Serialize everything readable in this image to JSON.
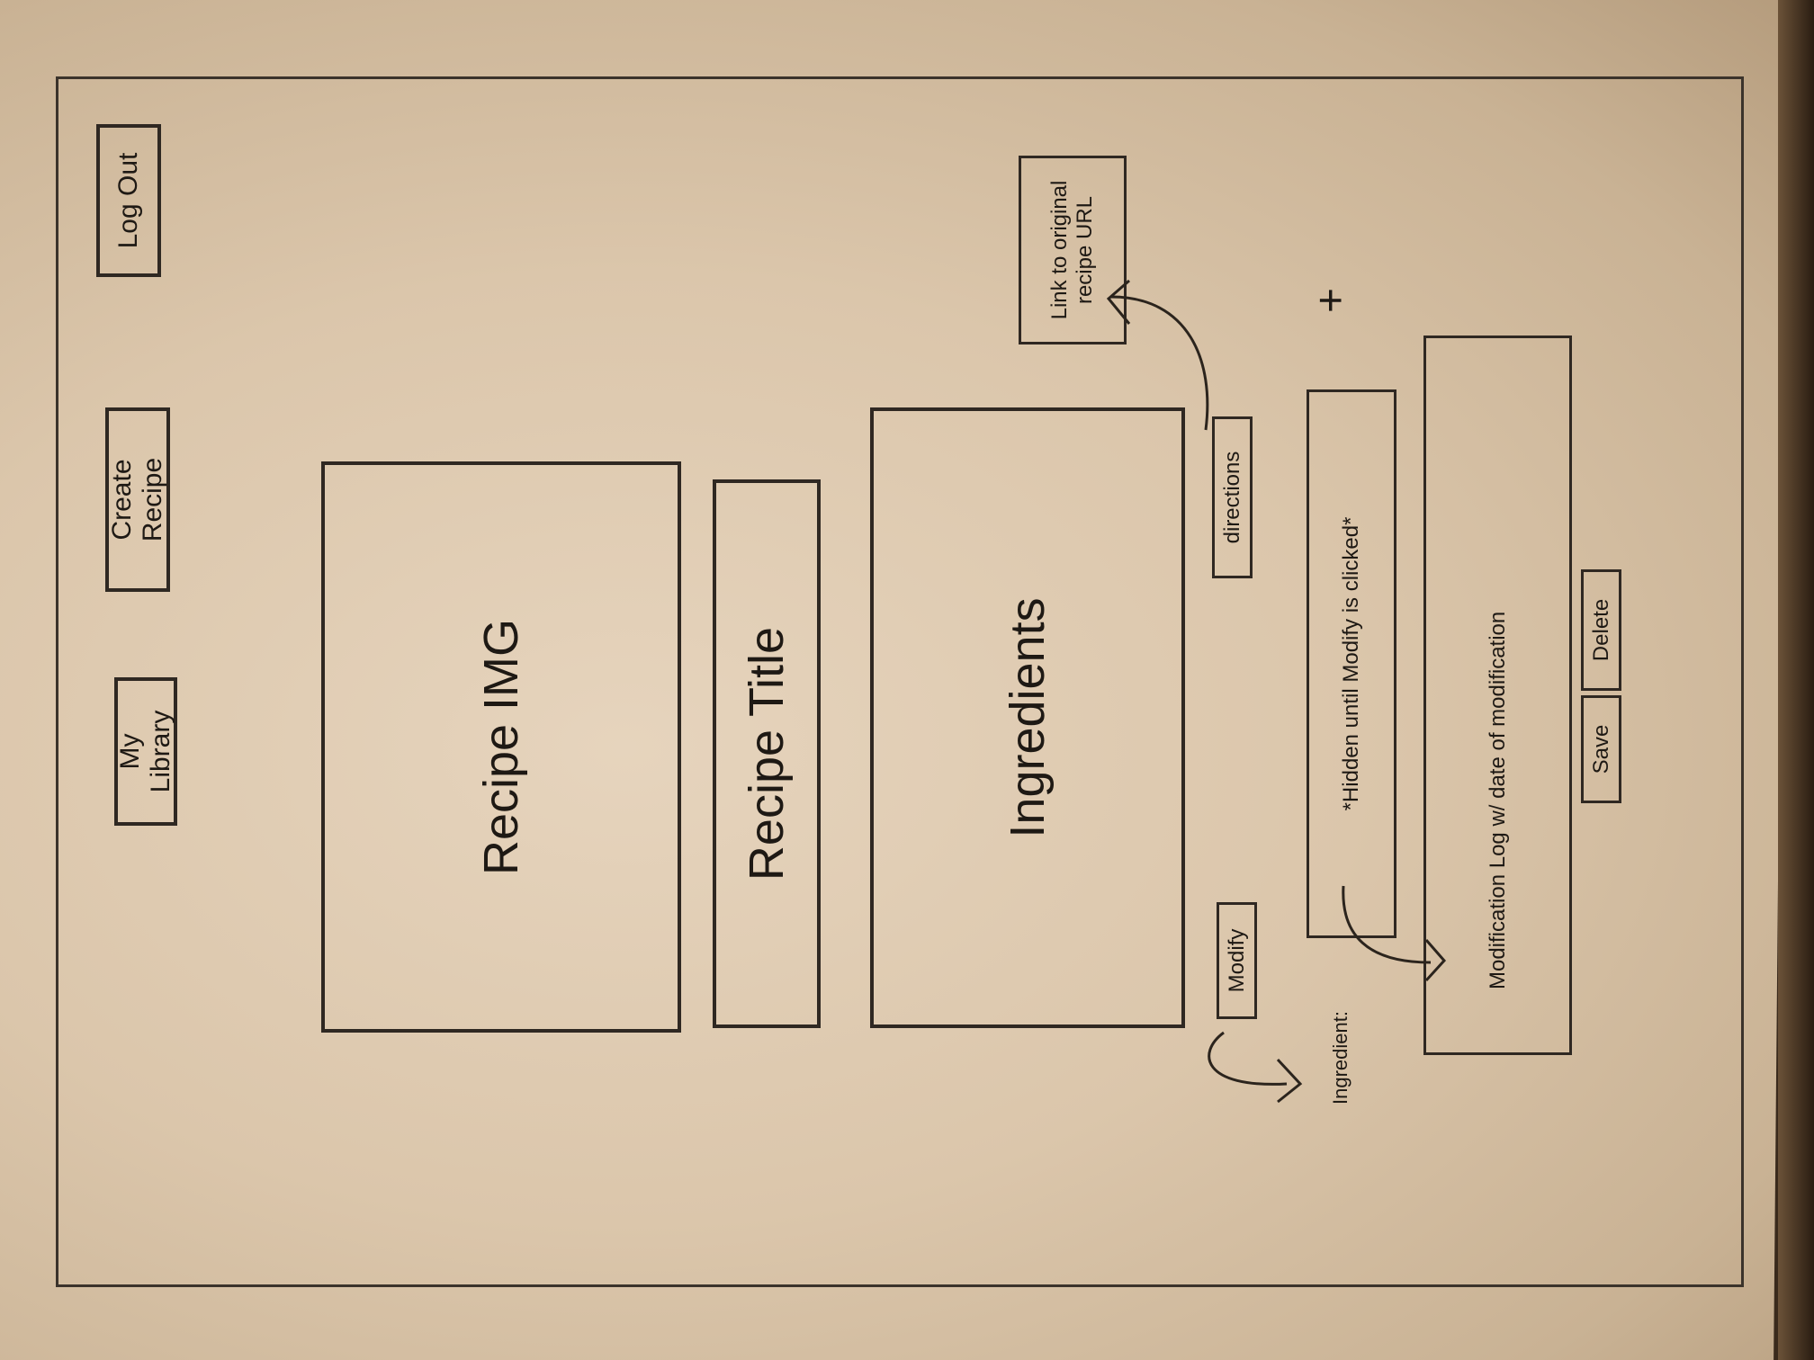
{
  "nav": {
    "my_library": "My Library",
    "create_recipe": "Create Recipe",
    "log_out": "Log Out"
  },
  "recipe": {
    "image": "Recipe IMG",
    "title": "Recipe Title",
    "ingredients": "Ingredients"
  },
  "buttons": {
    "modify": "Modify",
    "directions": "directions",
    "save": "Save",
    "delete": "Delete"
  },
  "link_box": "Link to original recipe URL",
  "ingredient_label": "Ingredient:",
  "hidden_note": "*Hidden until Modify is clicked*",
  "plus_symbol": "+",
  "modification_log": "Modification Log w/ date of modification"
}
